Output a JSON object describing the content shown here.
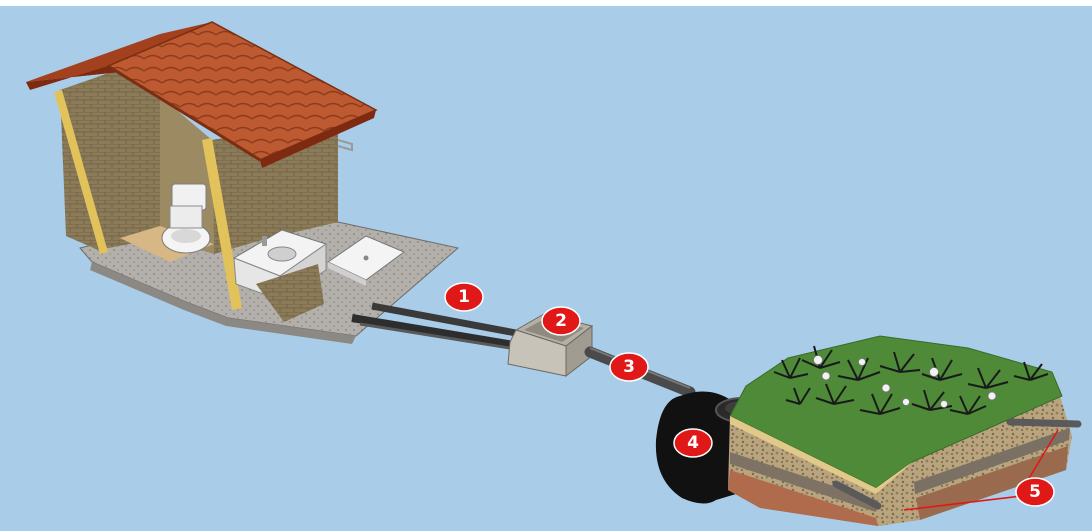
{
  "colors": {
    "sky": "#a9cde9",
    "marker": "#e01818",
    "pipe": "#3c3c3c",
    "roof": "#b5552f",
    "brick": "#8a7a55",
    "grass": "#4f8a3a"
  },
  "markers": [
    {
      "label": "1",
      "icon": "numbered-marker-icon"
    },
    {
      "label": "2",
      "icon": "numbered-marker-icon"
    },
    {
      "label": "3",
      "icon": "numbered-marker-icon"
    },
    {
      "label": "4",
      "icon": "numbered-marker-icon"
    },
    {
      "label": "5",
      "icon": "numbered-marker-icon"
    }
  ]
}
